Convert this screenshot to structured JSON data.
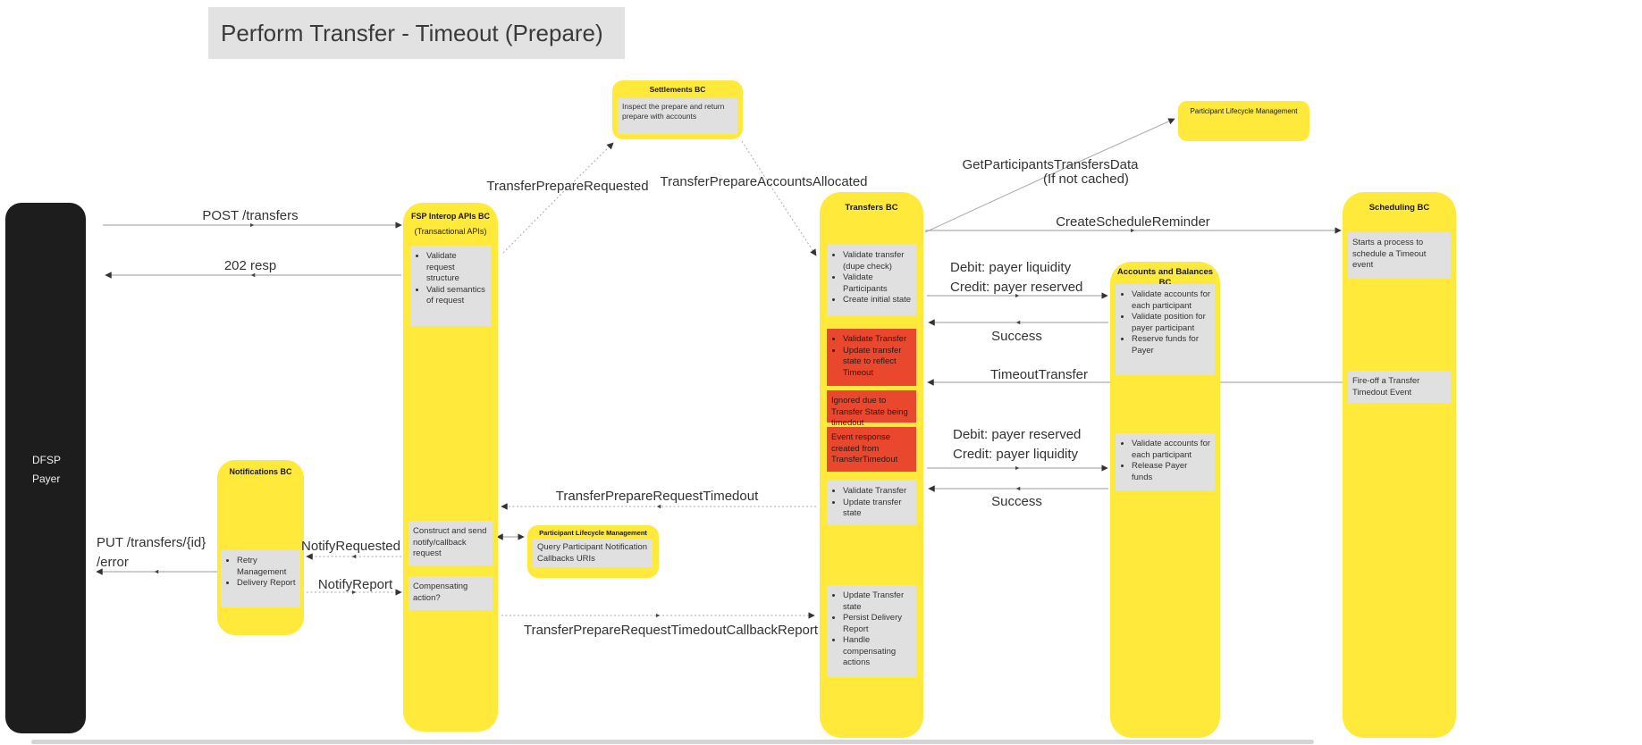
{
  "title": "Perform Transfer - Timeout (Prepare)",
  "actor": {
    "line1": "DFSP",
    "line2": "Payer"
  },
  "notes": {
    "settlements": {
      "title": "Settlements BC",
      "body": "Inspect the prepare and return prepare with accounts"
    },
    "plm_top": {
      "title": "Participant Lifecycle Management"
    },
    "plm_query": {
      "title": "Participant Lifecycle Management",
      "body": "Query Participant Notification Callbacks URIs"
    }
  },
  "lanes": {
    "fsp": {
      "title": "FSP Interop APIs BC",
      "subtitle": "(Transactional APIs)",
      "box1": {
        "items": [
          "Validate request structure",
          "Valid semantics of request"
        ]
      },
      "box2": {
        "text": "Construct and send notify/callback request"
      },
      "box3": {
        "text": "Compensating action?"
      }
    },
    "notifications": {
      "title": "Notifications BC",
      "box1": {
        "items": [
          "Retry Management",
          "Delivery Report"
        ]
      }
    },
    "transfers": {
      "title": "Transfers BC",
      "box1": {
        "items": [
          "Validate transfer (dupe check)",
          "Validate Participants",
          "Create initial state"
        ]
      },
      "red1": {
        "items": [
          "Validate Transfer",
          "Update transfer state to reflect Timeout"
        ]
      },
      "red2": {
        "text": "Ignored due to Transfer State being timedout"
      },
      "red3": {
        "text": "Event response created from TransferTimedout"
      },
      "box2": {
        "items": [
          "Validate Transfer",
          "Update transfer state"
        ]
      },
      "box3": {
        "items": [
          "Update Transfer state",
          "Persist Delivery Report",
          "Handle compensating actions"
        ]
      }
    },
    "accounts": {
      "title": "Accounts and Balances BC",
      "box1": {
        "items": [
          "Validate accounts for each participant",
          "Validate position for payer participant",
          "Reserve funds for Payer"
        ]
      },
      "box2": {
        "items": [
          "Validate accounts for each participant",
          "Release Payer funds"
        ]
      }
    },
    "scheduling": {
      "title": "Scheduling BC",
      "box1": {
        "text": "Starts a process to schedule a Timeout event"
      },
      "box2": {
        "text": "Fire-off a Transfer Timedout Event"
      }
    }
  },
  "messages": {
    "post": "POST /transfers",
    "resp": "202 resp",
    "tpr": "TransferPrepareRequested",
    "tpaa": "TransferPrepareAccountsAllocated",
    "getpart1": "GetParticipantsTransfersData",
    "getpart2": "(If not cached)",
    "csr": "CreateScheduleReminder",
    "debit1a": "Debit: payer liquidity",
    "debit1b": "Credit: payer reserved",
    "success1": "Success",
    "timeout": "TimeoutTransfer",
    "debit2a": "Debit: payer reserved",
    "debit2b": "Credit: payer liquidity",
    "success2": "Success",
    "tprt": "TransferPrepareRequestTimedout",
    "notify_requested": "NotifyRequested",
    "notify_report": "NotifyReport",
    "put1": "PUT /transfers/{id}",
    "put2": "/error",
    "tprtcr": "TransferPrepareRequestTimedoutCallbackReport"
  },
  "colors": {
    "yellow": "#ffe93b",
    "red": "#e9472e",
    "gray": "#e0e0e0",
    "black": "#1d1d1d"
  }
}
